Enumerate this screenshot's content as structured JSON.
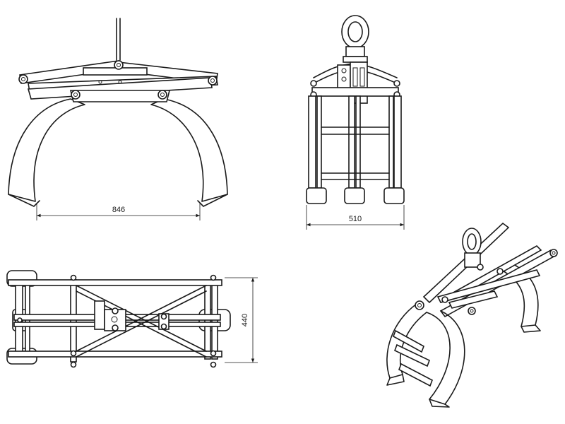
{
  "dimensions": {
    "front_width": "846",
    "side_width": "510",
    "top_depth": "440"
  }
}
